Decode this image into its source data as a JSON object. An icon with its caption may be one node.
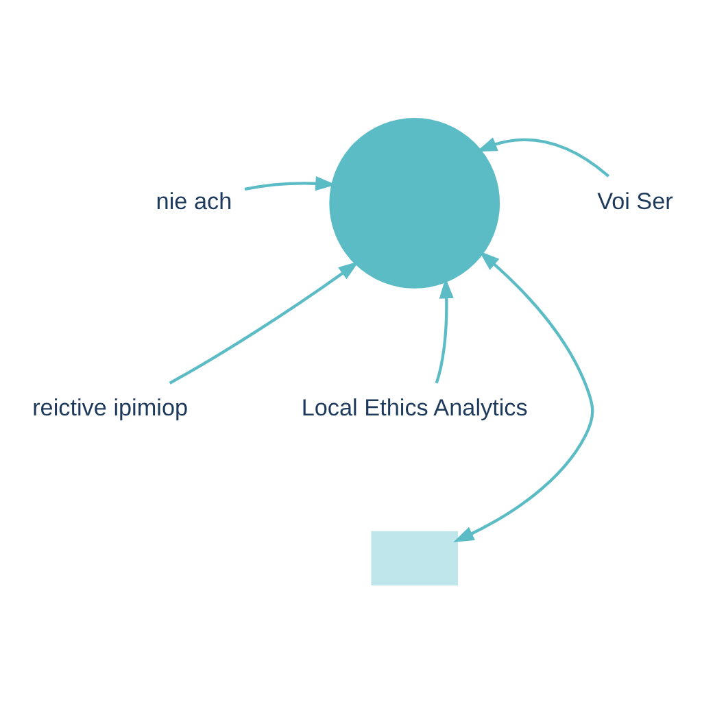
{
  "diagram": {
    "nodes": [
      {
        "text": [],
        "shape": "circle"
      },
      {
        "text": [
          "nie ach"
        ]
      },
      {
        "text": [
          "Voi Ser"
        ]
      },
      {
        "text": [
          "reictive ipimiop"
        ]
      },
      {
        "text": [
          "Local Ethics Analytics"
        ]
      },
      {
        "text": [],
        "shape": "box"
      }
    ],
    "edges": [
      {
        "from": 1,
        "to": 0,
        "arrow": "to"
      },
      {
        "from": 2,
        "to": 0,
        "arrow": "to"
      },
      {
        "from": 3,
        "to": 0,
        "arrow": "to"
      },
      {
        "from": 4,
        "to": 0,
        "arrow": "to"
      },
      {
        "from": 0,
        "to": 5,
        "arrow": "both"
      }
    ]
  }
}
